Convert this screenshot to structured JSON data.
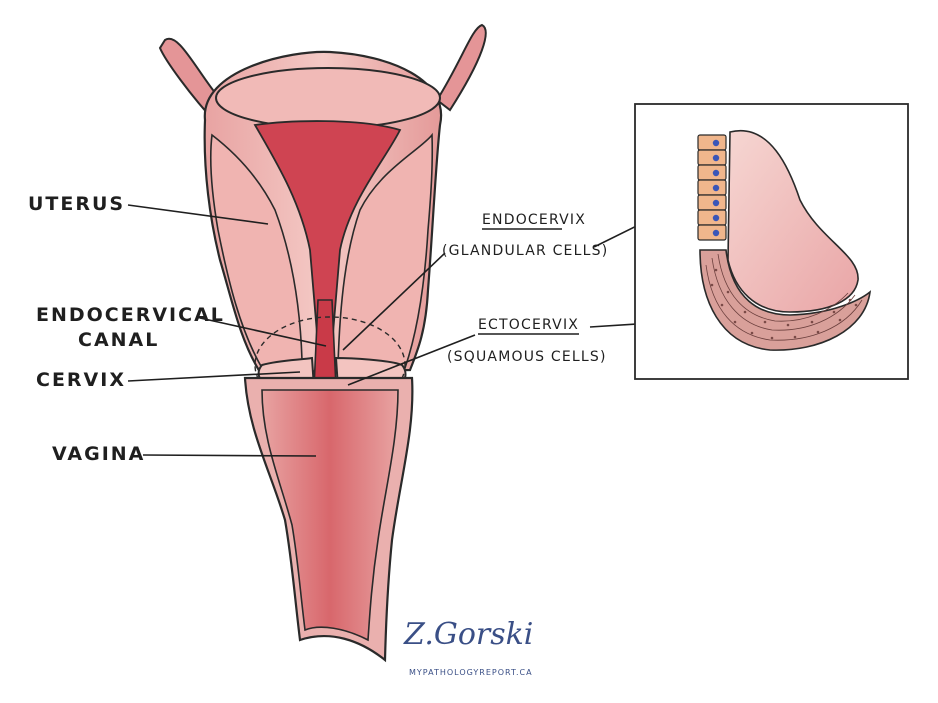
{
  "labels": {
    "uterus": "UTERUS",
    "endocervical_canal_line1": "ENDOCERVICAL",
    "endocervical_canal_line2": "CANAL",
    "cervix": "CERVIX",
    "vagina": "VAGINA",
    "endocervix": "ENDOCERVIX",
    "endocervix_sub": "(GLANDULAR CELLS)",
    "ectocervix": "ECTOCERVIX",
    "ectocervix_sub": "(SQUAMOUS CELLS)"
  },
  "credit": {
    "signature": "Z.Gorski",
    "website": "MYPATHOLOGYREPORT.CA"
  },
  "colors": {
    "tissue_light": "#f3c4c0",
    "tissue_mid": "#e79a98",
    "tissue_deep": "#d65b63",
    "canal_red": "#c93a48",
    "outline": "#2a2a2a",
    "glandular_cell": "#f0b68c",
    "nucleus": "#3a56b8",
    "squamous_cell": "#d9a09a",
    "signature_blue": "#3a4f86"
  }
}
